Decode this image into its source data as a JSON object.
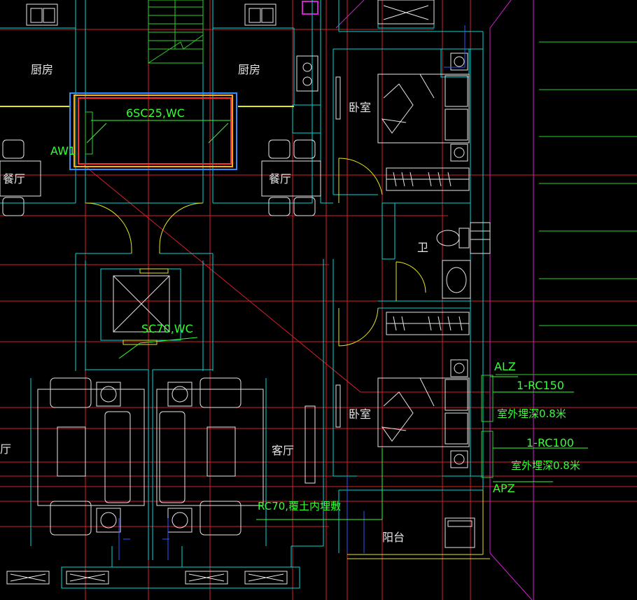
{
  "colors": {
    "background": "#000000",
    "wall": "#00d8d8",
    "axis": "#e0202a",
    "furniture": "#e6e6e6",
    "annotation": "#33ff33",
    "magenta": "#d21fd2",
    "selection_blue": "#2f8fff",
    "selection_red": "#ff2a2a",
    "selection_orange": "#ffb000",
    "door": "#e6e620",
    "conduit": "#3355ff"
  },
  "rooms": {
    "kitchen_left": "厨房",
    "kitchen_right": "厨房",
    "dining_left": "餐厅",
    "dining_right": "餐厅",
    "bedroom_top": "卧室",
    "bathroom": "卫",
    "bedroom_bottom": "卧室",
    "living_left": "厅",
    "living_right": "客厅",
    "balcony": "阳台"
  },
  "annotations": {
    "conduit_top": "6SC25,WC",
    "conduit_shaft": "SC70,WC",
    "conduit_floor": "RC70,覆土内埋敷",
    "panel_aw": "AW1",
    "alz_label": "ALZ",
    "rc150": "1-RC150",
    "depth_1": "室外埋深0.8米",
    "rc100": "1-RC100",
    "depth_2": "室外埋深0.8米",
    "apz_label": "APZ"
  },
  "icons": [
    "sink-icon",
    "stair-icon",
    "elevator-icon",
    "stove-icon",
    "bed-icon",
    "toilet-icon",
    "basin-icon",
    "sofa-icon",
    "dining-chair-icon",
    "wardrobe-icon",
    "door-arc-icon",
    "window-icon",
    "washing-machine-icon"
  ]
}
